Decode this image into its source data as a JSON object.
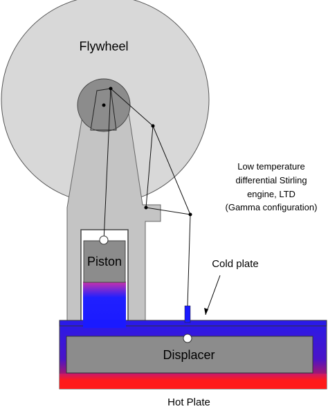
{
  "labels": {
    "flywheel": "Flywheel",
    "piston": "Piston",
    "displacer": "Displacer",
    "cold_plate": "Cold plate",
    "hot_plate": "Hot Plate",
    "description": [
      "Low temperature",
      "differential Stirling",
      "engine, LTD",
      "(Gamma configuration)"
    ]
  },
  "colors": {
    "flywheel": "#d8d8d8",
    "hub": "#8c8c8c",
    "frame": "#c4c4c4",
    "piston": "#8c8c8c",
    "displacer": "#8c8c8c",
    "cold": "#1a1aff",
    "hot": "#ff1a1a",
    "outline": "#333333"
  }
}
